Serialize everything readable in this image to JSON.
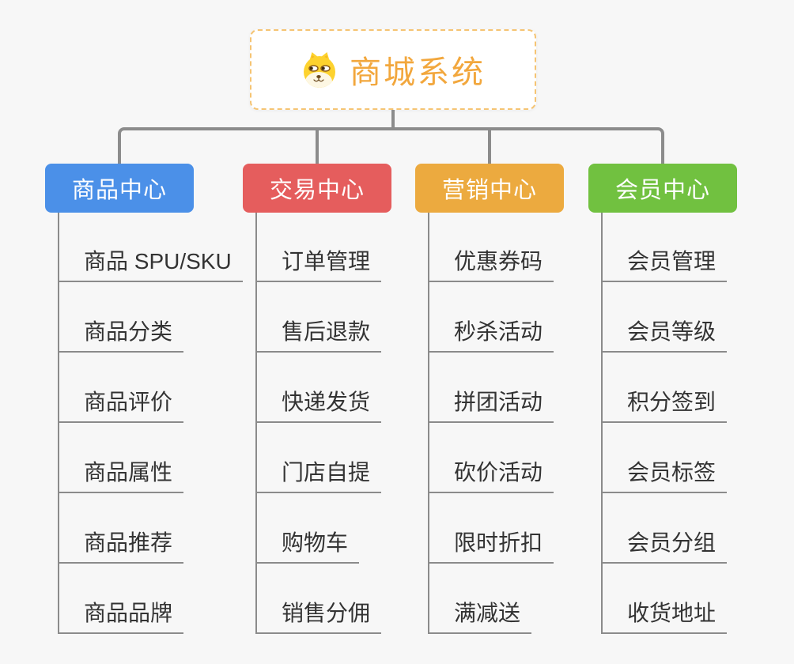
{
  "canvas": {
    "background": "#f7f7f7",
    "connector_color": "#8c8c8c",
    "child_connector_color": "#8b8b8b"
  },
  "root": {
    "label": "商城系统",
    "text_color": "#f2a73d",
    "border_color": "#f5c473",
    "background": "#ffffff",
    "icon": "shiba-dog-icon"
  },
  "branches": [
    {
      "label": "商品中心",
      "color": "#4b90e8",
      "items": [
        "商品 SPU/SKU",
        "商品分类",
        "商品评价",
        "商品属性",
        "商品推荐",
        "商品品牌"
      ]
    },
    {
      "label": "交易中心",
      "color": "#e55d5d",
      "items": [
        "订单管理",
        "售后退款",
        "快递发货",
        "门店自提",
        "购物车",
        "销售分佣"
      ]
    },
    {
      "label": "营销中心",
      "color": "#ecaa3f",
      "items": [
        "优惠券码",
        "秒杀活动",
        "拼团活动",
        "砍价活动",
        "限时折扣",
        "满减送"
      ]
    },
    {
      "label": "会员中心",
      "color": "#71c140",
      "items": [
        "会员管理",
        "会员等级",
        "积分签到",
        "会员标签",
        "会员分组",
        "收货地址"
      ]
    }
  ],
  "item_text_color": "#333333"
}
